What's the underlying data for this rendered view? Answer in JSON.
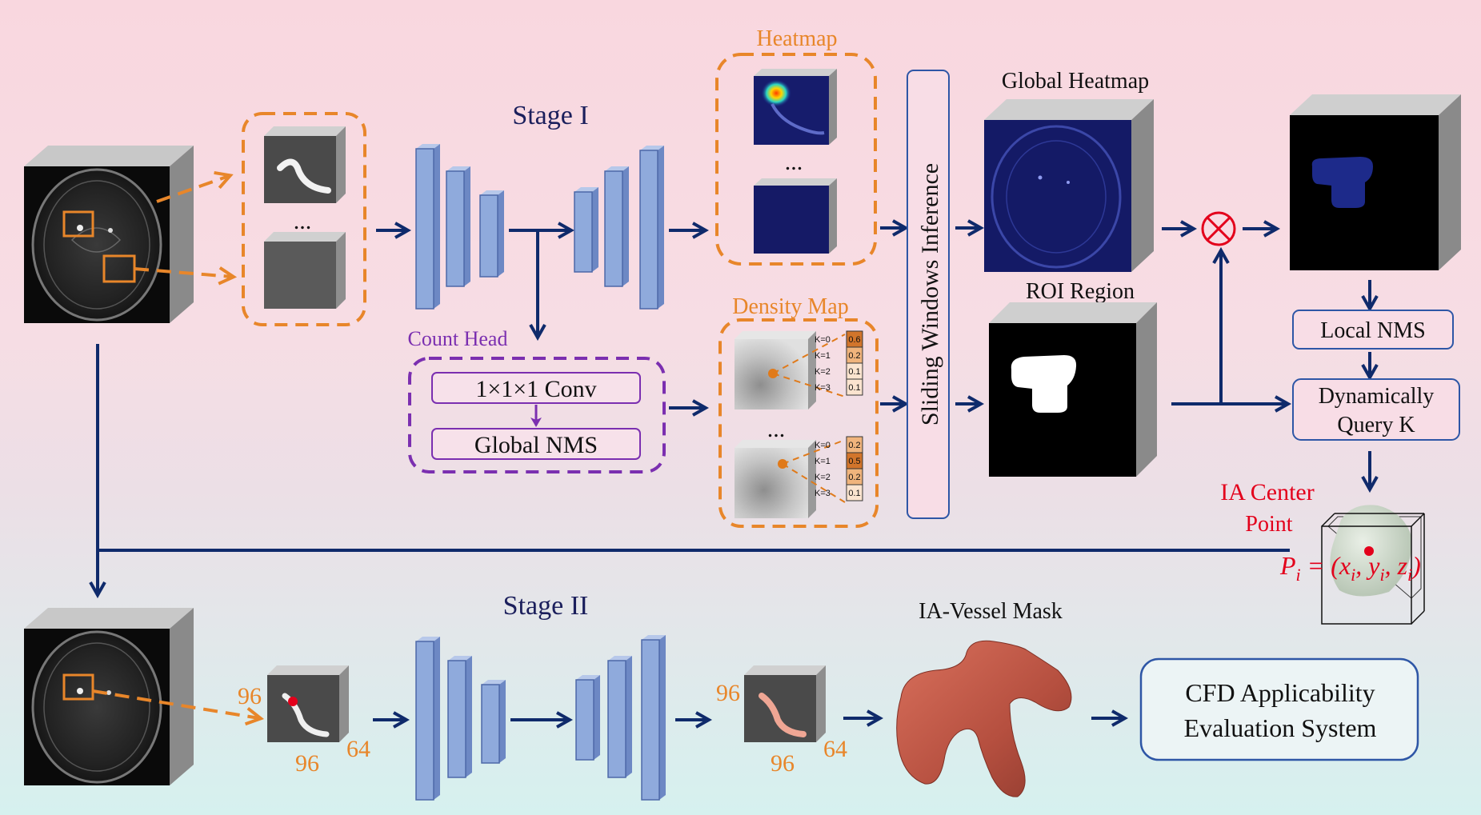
{
  "stage1": {
    "title": "Stage I"
  },
  "stage2": {
    "title": "Stage II"
  },
  "patches": {
    "ellipsis": "..."
  },
  "heatmap": {
    "title": "Heatmap",
    "ellipsis": "..."
  },
  "density": {
    "title": "Density Map",
    "ellipsis": "...",
    "table1": {
      "labels": [
        "K=0",
        "K=1",
        "K=2",
        "K=3"
      ],
      "values": [
        "0.6",
        "0.2",
        "0.1",
        "0.1"
      ]
    },
    "table2": {
      "labels": [
        "K=0",
        "K=1",
        "K=2",
        "K=3"
      ],
      "values": [
        "0.2",
        "0.5",
        "0.2",
        "0.1"
      ]
    }
  },
  "count_head": {
    "title": "Count Head",
    "conv": "1×1×1 Conv",
    "nms": "Global NMS"
  },
  "sliding": {
    "label": "Sliding Windows Inference"
  },
  "global_heatmap": {
    "title": "Global Heatmap"
  },
  "roi": {
    "title": "ROI Region"
  },
  "right": {
    "local_nms": "Local NMS",
    "dyn_line1": "Dynamically",
    "dyn_line2": "Query K",
    "ia_center_line1": "IA Center",
    "ia_center_line2": "Point",
    "formula": "P",
    "formula_sub": "i",
    "formula_rest": " = (x",
    "formula_y": ", y",
    "formula_z": ", z",
    "formula_close": ")"
  },
  "stage2_dims": {
    "in_d1": "96",
    "in_d2": "96",
    "in_d3": "64",
    "out_d1": "96",
    "out_d2": "96",
    "out_d3": "64"
  },
  "mask": {
    "title": "IA-Vessel Mask"
  },
  "cfd": {
    "line1": "CFD Applicability",
    "line2": "Evaluation System"
  },
  "colors": {
    "navy": "#0f2a6b",
    "orange": "#e8862a",
    "purple": "#7b2fb0",
    "block": "#8faadc",
    "red": "#e3001b"
  }
}
